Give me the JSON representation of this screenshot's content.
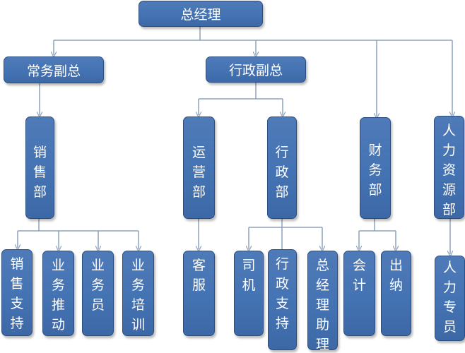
{
  "nodes": {
    "gm": "总经理",
    "vp_business": "常务副总",
    "vp_admin": "行政副总",
    "sales_dept": "销售部",
    "operations_dept": "运营部",
    "admin_dept": "行政部",
    "finance_dept": "财务部",
    "hr_dept": "人力资源部",
    "sales_support": "销售支持",
    "sales_promotion": "业务推动",
    "salesperson": "业务员",
    "sales_training": "业务培训",
    "customer_service": "客服",
    "driver": "司机",
    "admin_support": "行政支持",
    "gm_assistant": "总经理助理",
    "accountant": "会计",
    "cashier": "出纳",
    "hr_specialist": "人力专员"
  },
  "colors": {
    "box_fill": "#4473b3",
    "box_border": "#2b4f82",
    "box_text": "#ffffff",
    "connector": "#8ea3bd"
  }
}
